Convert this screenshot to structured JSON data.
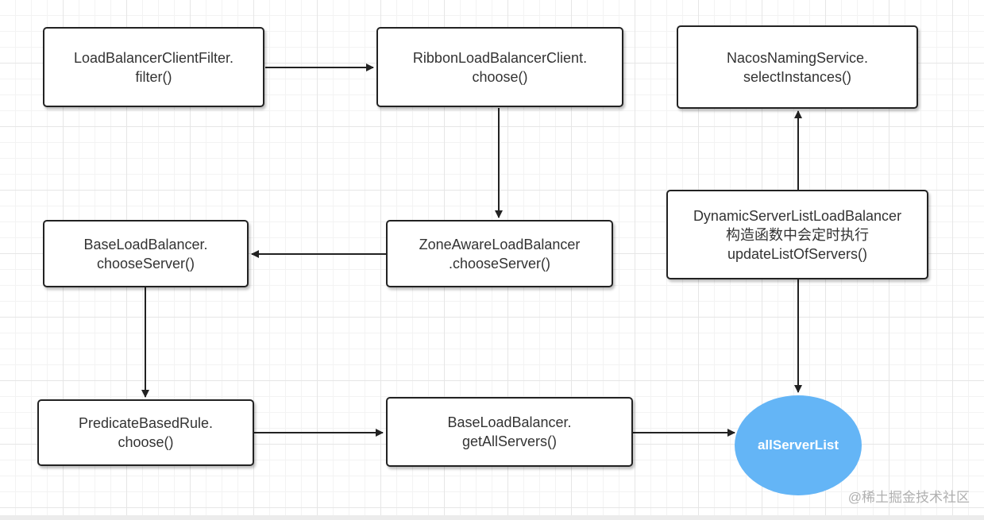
{
  "nodes": {
    "lb_client_filter": "LoadBalancerClientFilter.\nfilter()",
    "ribbon_client": "RibbonLoadBalancerClient.\nchoose()",
    "nacos_naming": "NacosNamingService.\nselectInstances()",
    "base_choose_server": "BaseLoadBalancer.\nchooseServer()",
    "zone_aware": "ZoneAwareLoadBalancer\n.chooseServer()",
    "dynamic_server_list": "DynamicServerListLoadBalancer\n构造函数中会定时执行\nupdateListOfServers()",
    "predicate_rule": "PredicateBasedRule.\nchoose()",
    "base_get_all": "BaseLoadBalancer.\ngetAllServers()",
    "all_server_list": "allServerList"
  },
  "colors": {
    "ellipse_fill": "#64b5f6",
    "border": "#222222"
  },
  "watermark": "@稀土掘金技术社区"
}
